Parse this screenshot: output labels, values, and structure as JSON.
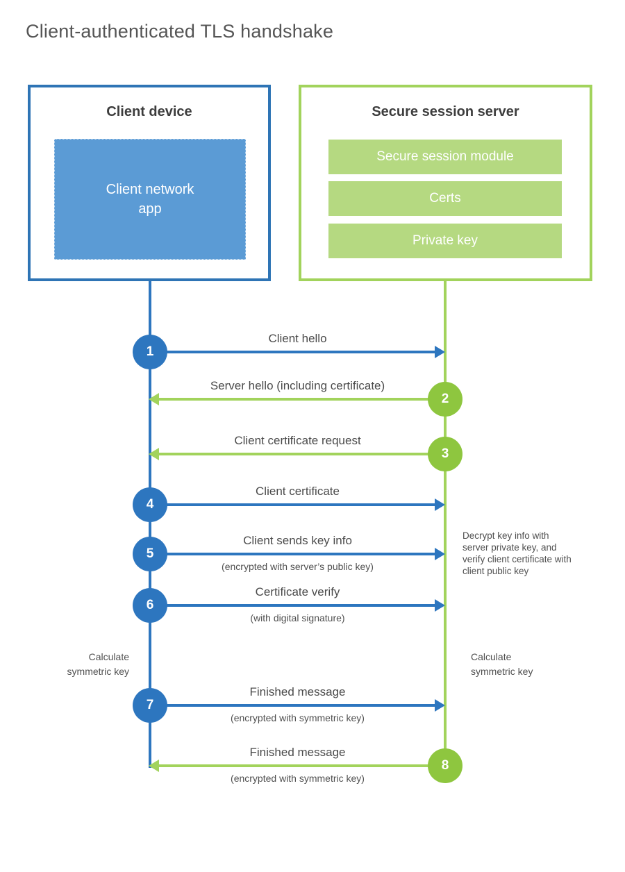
{
  "page": {
    "title": "Client-authenticated TLS handshake"
  },
  "client_box": {
    "title": "Client device",
    "app_label": "Client network app"
  },
  "server_box": {
    "title": "Secure session server",
    "modules": [
      "Secure session module",
      "Certs",
      "Private key"
    ]
  },
  "steps": [
    {
      "number": "1",
      "label": "Client hello",
      "direction": "client-to-server"
    },
    {
      "number": "2",
      "label": "Server hello (including certificate)",
      "direction": "server-to-client"
    },
    {
      "number": "3",
      "label": "Client certificate request",
      "direction": "server-to-client"
    },
    {
      "number": "4",
      "label": "Client certificate",
      "direction": "client-to-server"
    },
    {
      "number": "5",
      "label": "Client sends key info",
      "sublabel": "(encrypted with server’s public key)",
      "direction": "client-to-server"
    },
    {
      "number": "6",
      "label": "Certificate verify",
      "sublabel": "(with digital signature)",
      "direction": "client-to-server"
    },
    {
      "number": "7",
      "label": "Finished message",
      "sublabel": "(encrypted with symmetric key)",
      "direction": "client-to-server"
    },
    {
      "number": "8",
      "label": "Finished message",
      "sublabel": "(encrypted with symmetric key)",
      "direction": "server-to-client"
    }
  ],
  "notes": {
    "decrypt_note": "Decrypt key info with server private key, and verify client certificate with client public key",
    "calculate_left": "Calculate symmetric key",
    "calculate_right": "Calculate symmetric key"
  },
  "colors": {
    "blue_border": "#2e74b5",
    "blue_fill": "#5b9bd5",
    "blue_accent": "#2d76bf",
    "green_accent": "#8ec63f",
    "green_line": "#a2d35c",
    "green_fill": "#b5d981"
  }
}
